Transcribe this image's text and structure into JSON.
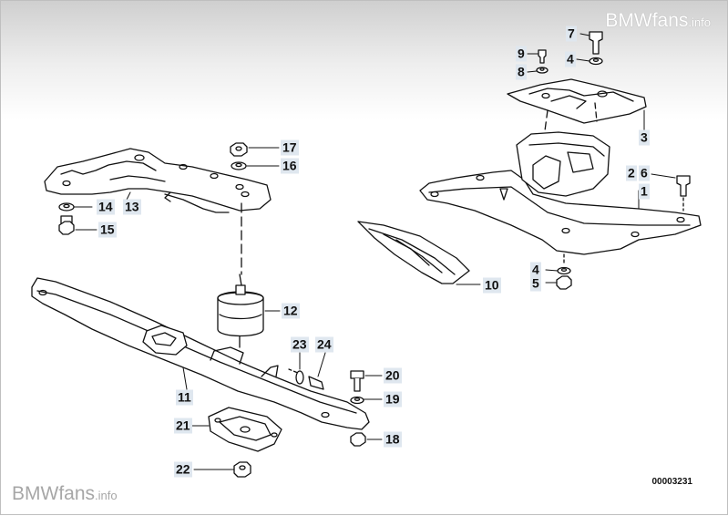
{
  "watermark_top": {
    "brand": "BMWfans",
    "tld": ".info"
  },
  "watermark_bottom": {
    "brand": "BMWfans",
    "tld": ".info"
  },
  "diagram_number": "00003231",
  "callouts": [
    "7",
    "9",
    "4",
    "8",
    "3",
    "2",
    "6",
    "1",
    "17",
    "16",
    "14",
    "13",
    "15",
    "12",
    "23",
    "24",
    "20",
    "11",
    "19",
    "21",
    "18",
    "22",
    "10",
    "4",
    "5"
  ]
}
